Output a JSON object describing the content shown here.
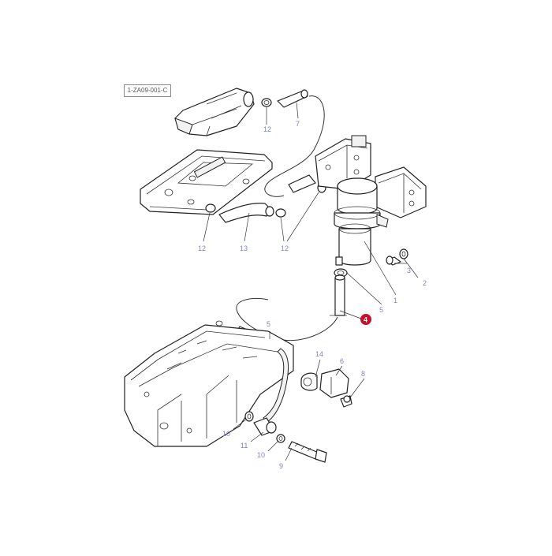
{
  "reference_code": "1-ZA09-001-C",
  "highlight_color": "#c8102e",
  "callout_color": "#7f86b8",
  "callouts": {
    "c12_top": "12",
    "c7": "7",
    "c12_left": "12",
    "c13": "13",
    "c12_mid": "12",
    "c3": "3",
    "c2": "2",
    "c1": "1",
    "c5_right": "5",
    "c4": "4",
    "c5_mid": "5",
    "c14": "14",
    "c6": "6",
    "c8": "8",
    "c10_upper": "10",
    "c11": "11",
    "c10_lower": "10",
    "c9": "9"
  },
  "highlighted_part": "4"
}
